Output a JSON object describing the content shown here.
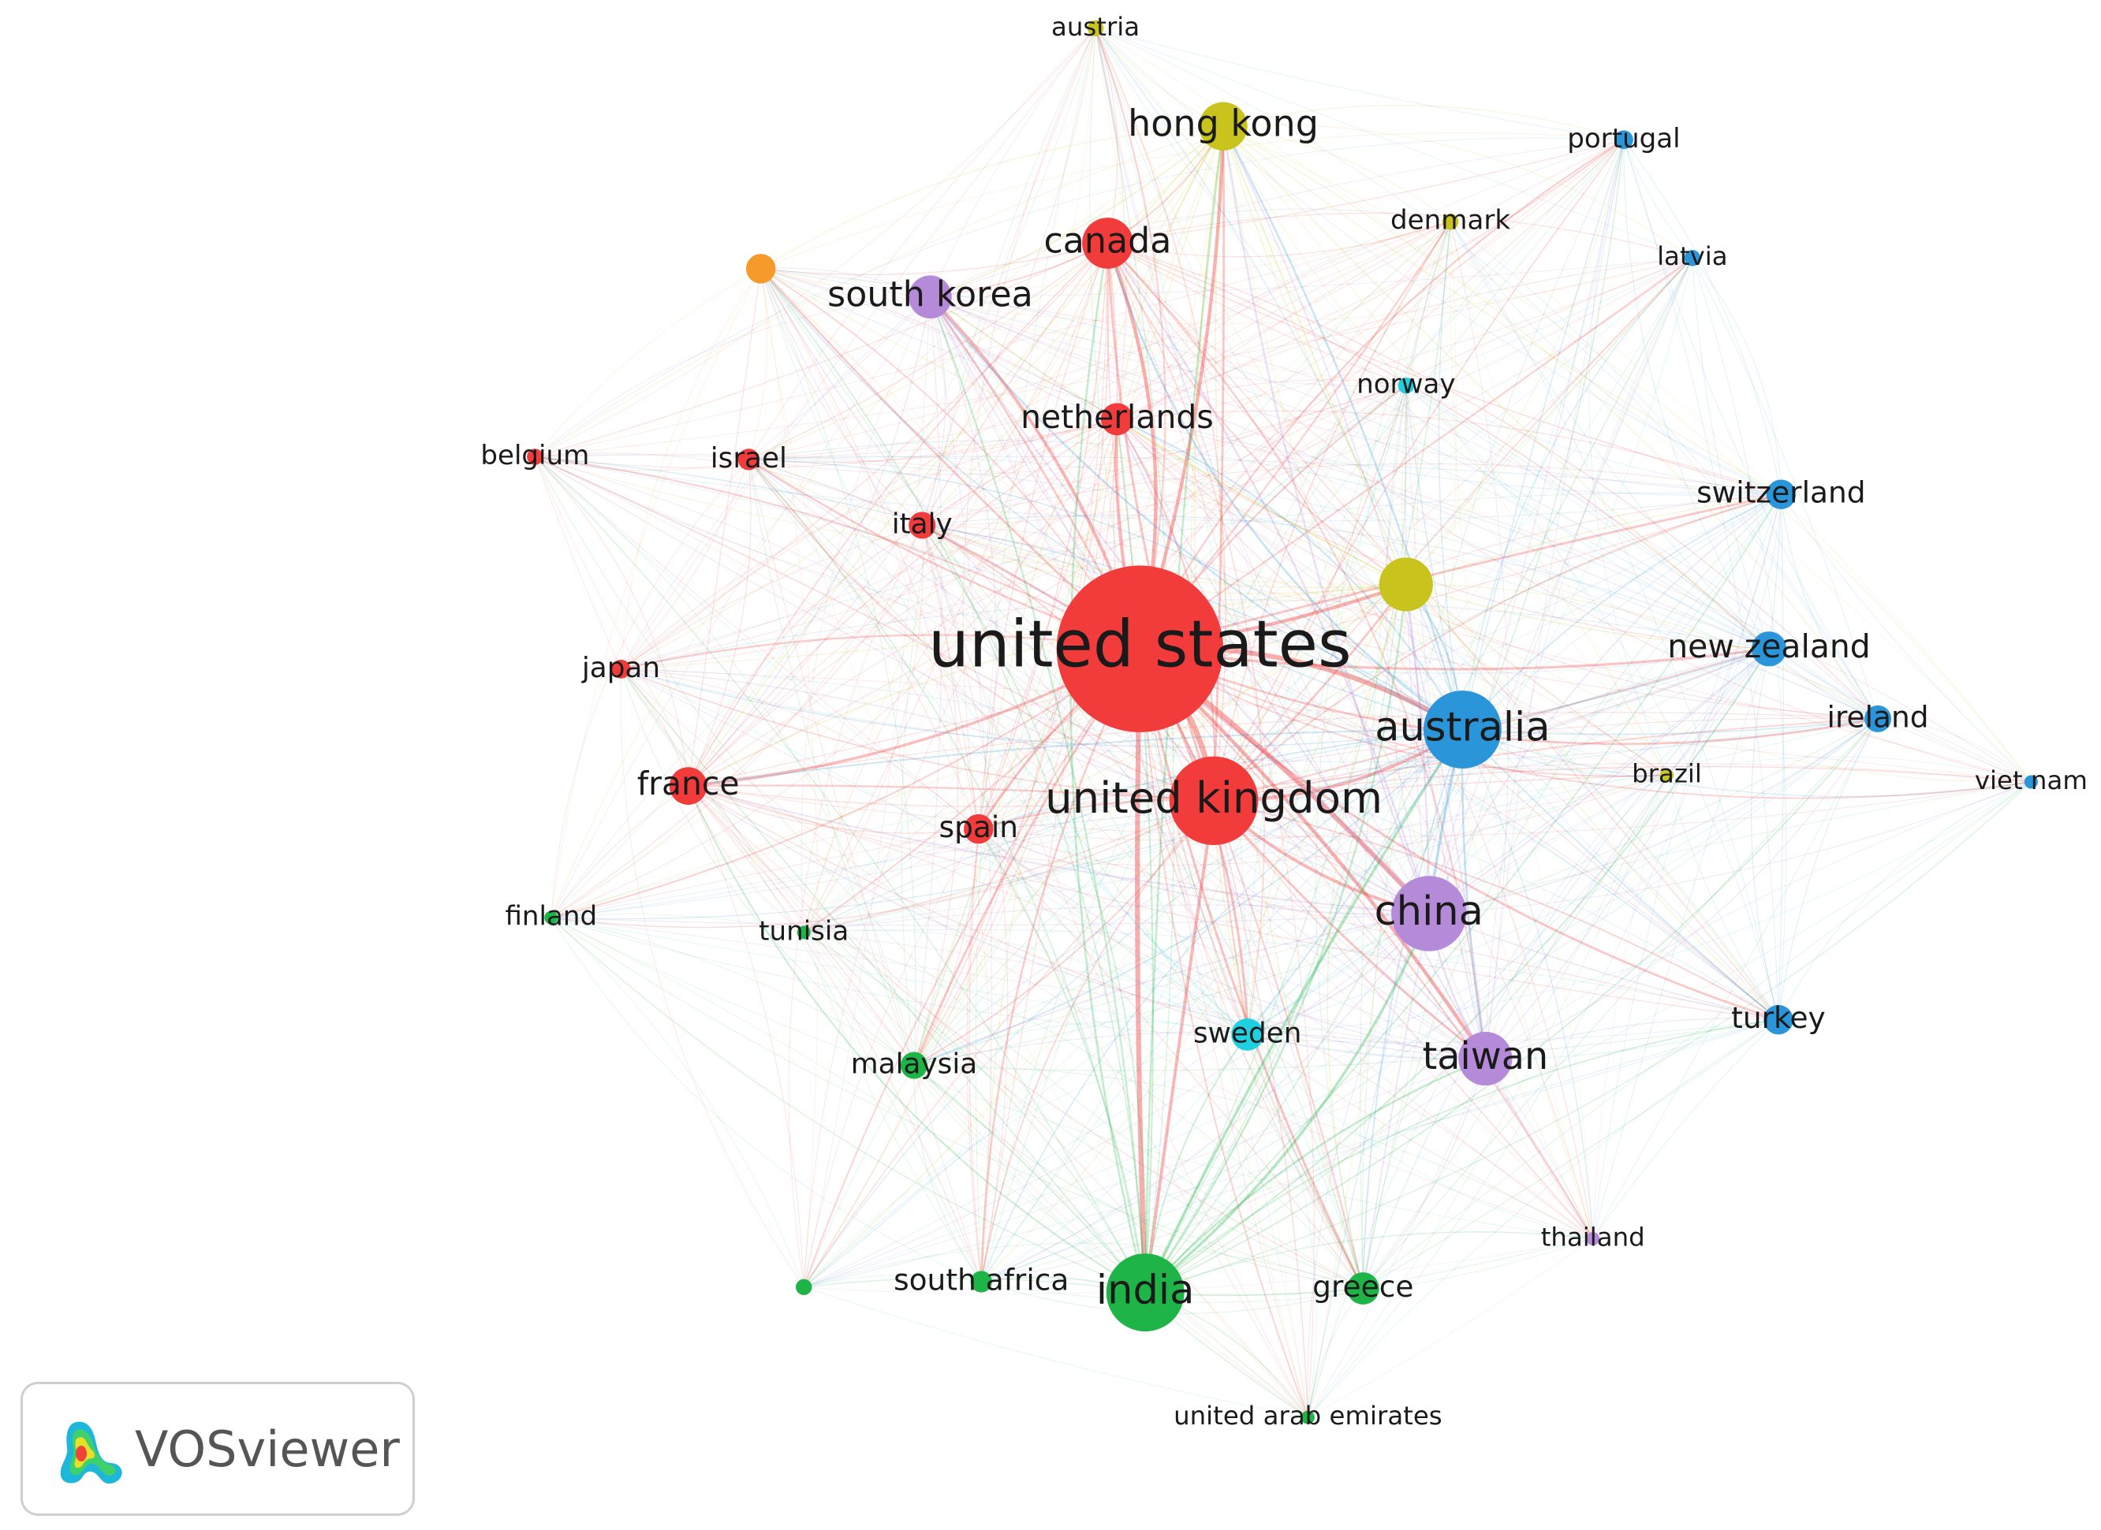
{
  "title": "",
  "nodes": [
    {
      "id": "united states",
      "label": "united states",
      "cluster": "red",
      "weight": 10
    },
    {
      "id": "united kingdom",
      "label": "united kingdom",
      "cluster": "red",
      "weight": 6
    },
    {
      "id": "canada",
      "label": "canada",
      "cluster": "red",
      "weight": 3.5
    },
    {
      "id": "netherlands",
      "label": "netherlands",
      "cluster": "red",
      "weight": 2.6
    },
    {
      "id": "france",
      "label": "france",
      "cluster": "red",
      "weight": 2.6
    },
    {
      "id": "spain",
      "label": "spain",
      "cluster": "red",
      "weight": 2.2
    },
    {
      "id": "italy",
      "label": "italy",
      "cluster": "red",
      "weight": 2
    },
    {
      "id": "israel",
      "label": "israel",
      "cluster": "red",
      "weight": 1.7
    },
    {
      "id": "japan",
      "label": "japan",
      "cluster": "red",
      "weight": 1.6
    },
    {
      "id": "belgium",
      "label": "belgium",
      "cluster": "red",
      "weight": 1.4
    },
    {
      "id": "india",
      "label": "india",
      "cluster": "green",
      "weight": 5
    },
    {
      "id": "greece",
      "label": "greece",
      "cluster": "green",
      "weight": 2.2
    },
    {
      "id": "malaysia",
      "label": "malaysia",
      "cluster": "green",
      "weight": 2
    },
    {
      "id": "south africa",
      "label": "south africa",
      "cluster": "green",
      "weight": 1.7
    },
    {
      "id": "finland",
      "label": "finland",
      "cluster": "green",
      "weight": 1.3
    },
    {
      "id": "tunisia",
      "label": "tunisia",
      "cluster": "green",
      "weight": 1.2
    },
    {
      "id": "united arab emirates",
      "label": "united arab emirates",
      "cluster": "green",
      "weight": 1.2
    },
    {
      "id": "unlabeled-green",
      "label": "",
      "cluster": "green",
      "weight": 1.2
    },
    {
      "id": "australia",
      "label": "australia",
      "cluster": "blue",
      "weight": 5
    },
    {
      "id": "new zealand",
      "label": "new zealand",
      "cluster": "blue",
      "weight": 2.3
    },
    {
      "id": "switzerland",
      "label": "switzerland",
      "cluster": "blue",
      "weight": 2
    },
    {
      "id": "ireland",
      "label": "ireland",
      "cluster": "blue",
      "weight": 1.9
    },
    {
      "id": "turkey",
      "label": "turkey",
      "cluster": "blue",
      "weight": 2
    },
    {
      "id": "portugal",
      "label": "portugal",
      "cluster": "blue",
      "weight": 1.5
    },
    {
      "id": "latvia",
      "label": "latvia",
      "cluster": "blue",
      "weight": 1.4
    },
    {
      "id": "viet nam",
      "label": "viet nam",
      "cluster": "blue",
      "weight": 1.2
    },
    {
      "id": "hong kong",
      "label": "hong kong",
      "cluster": "yellow",
      "weight": 3.3
    },
    {
      "id": "unlabeled-yellow",
      "label": "",
      "cluster": "yellow",
      "weight": 3.3
    },
    {
      "id": "denmark",
      "label": "denmark",
      "cluster": "yellow",
      "weight": 1.4
    },
    {
      "id": "austria",
      "label": "austria",
      "cluster": "yellow",
      "weight": 1.3
    },
    {
      "id": "brazil",
      "label": "brazil",
      "cluster": "yellow",
      "weight": 1.2
    },
    {
      "id": "china",
      "label": "china",
      "cluster": "purple",
      "weight": 5
    },
    {
      "id": "taiwan",
      "label": "taiwan",
      "cluster": "purple",
      "weight": 3.5
    },
    {
      "id": "south korea",
      "label": "south korea",
      "cluster": "purple",
      "weight": 3
    },
    {
      "id": "thailand",
      "label": "thailand",
      "cluster": "purple",
      "weight": 1.3
    },
    {
      "id": "sweden",
      "label": "sweden",
      "cluster": "cyan",
      "weight": 2.3
    },
    {
      "id": "norway",
      "label": "norway",
      "cluster": "cyan",
      "weight": 1.4
    },
    {
      "id": "unlabeled-orange",
      "label": "",
      "cluster": "orange",
      "weight": 1.8
    }
  ],
  "clusters": {
    "red": "#f23b3b",
    "green": "#1fb447",
    "blue": "#2a95d8",
    "yellow": "#c9c41d",
    "purple": "#b58ad8",
    "cyan": "#1fd0e0",
    "orange": "#f59a2b"
  },
  "brand": {
    "name": "VOSviewer",
    "icon": "vosviewer-logo-icon"
  }
}
